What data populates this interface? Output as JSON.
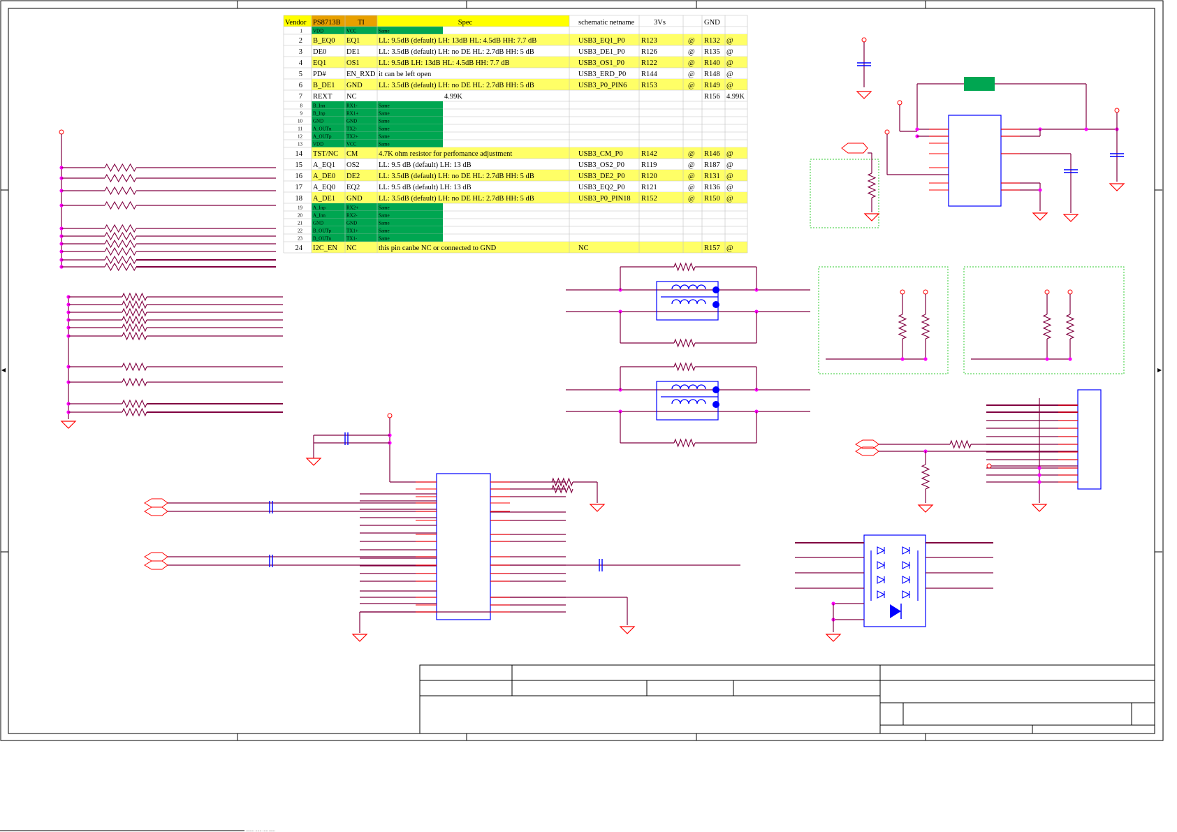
{
  "colors": {
    "wire": "#800040",
    "pin": "#ff0000",
    "chip": "#0000ff",
    "junction": "#ff00ff",
    "highlight_yellow": "#ffff66",
    "header_yellow": "#ffff00",
    "header_orange": "#e8a000",
    "highlight_green": "#00a651",
    "grid": "#c0c0c0",
    "dashed_box": "#33cc33"
  },
  "icons": [
    "resistor-icon",
    "capacitor-icon",
    "ground-icon",
    "power-pin-icon",
    "diode-icon",
    "transformer-icon",
    "connector-icon",
    "differential-port-icon"
  ],
  "table": {
    "header": [
      "Vendor",
      "PS8713B",
      "TI",
      "Spec",
      "schematic netname",
      "3Vs",
      "",
      "GND",
      ""
    ],
    "rows": [
      {
        "n": "1",
        "a": "VDD",
        "b": "VCC",
        "spec": "Same",
        "net": "",
        "r1": "",
        "m1": "",
        "r2": "",
        "m2": "",
        "style": "green-small"
      },
      {
        "n": "2",
        "a": "B_EQ0",
        "b": "EQ1",
        "spec": "LL: 9.5dB (default) LH: 13dB   HL: 4.5dB  HH: 7.7 dB",
        "net": "USB3_EQ1_P0",
        "r1": "R123",
        "m1": "@",
        "r2": "R132",
        "m2": "@",
        "style": "yellow"
      },
      {
        "n": "3",
        "a": "DE0",
        "b": "DE1",
        "spec": "LL: 3.5dB (default) LH: no DE   HL: 2.7dB  HH: 5 dB",
        "net": "USB3_DE1_P0",
        "r1": "R126",
        "m1": "@",
        "r2": "R135",
        "m2": "@",
        "style": "white"
      },
      {
        "n": "4",
        "a": "EQ1",
        "b": "OS1",
        "spec": "LL: 9.5dB              LH: 13dB   HL: 4.5dB  HH: 7.7 dB",
        "net": "USB3_OS1_P0",
        "r1": "R122",
        "m1": "@",
        "r2": "R140",
        "m2": "@",
        "style": "yellow"
      },
      {
        "n": "5",
        "a": "PD#",
        "b": "EN_RXD",
        "spec": "it can be left open",
        "net": "USB3_ERD_P0",
        "r1": "R144",
        "m1": "@",
        "r2": "R148",
        "m2": "@",
        "style": "white"
      },
      {
        "n": "6",
        "a": "B_DE1",
        "b": "GND",
        "spec": "LL: 3.5dB (default) LH: no DE   HL: 2.7dB  HH: 5 dB",
        "net": "USB3_P0_PIN6",
        "r1": "R153",
        "m1": "@",
        "r2": "R149",
        "m2": "@",
        "style": "yellow"
      },
      {
        "n": "7",
        "a": "REXT",
        "b": "NC",
        "spec": "4.99K",
        "net": "",
        "r1": "",
        "m1": "",
        "r2": "R156",
        "m2": "4.99K",
        "style": "white"
      },
      {
        "n": "8",
        "a": "B_Inn",
        "b": "RX1-",
        "spec": "Same",
        "style": "green-small"
      },
      {
        "n": "9",
        "a": "B_Inp",
        "b": "RX1+",
        "spec": "Same",
        "style": "green-small"
      },
      {
        "n": "10",
        "a": "GND",
        "b": "GND",
        "spec": "Same",
        "style": "green-small"
      },
      {
        "n": "11",
        "a": "A_OUTn",
        "b": "TX2-",
        "spec": "Same",
        "style": "green-small"
      },
      {
        "n": "12",
        "a": "A_OUTp",
        "b": "TX2+",
        "spec": "Same",
        "style": "green-small"
      },
      {
        "n": "13",
        "a": "VDD",
        "b": "VCC",
        "spec": "Same",
        "style": "green-small"
      },
      {
        "n": "14",
        "a": "TST/NC",
        "b": "CM",
        "spec": "4.7K ohm resistor for perfomance adjustment",
        "net": "USB3_CM_P0",
        "r1": "R142",
        "m1": "@",
        "r2": "R146",
        "m2": "@",
        "style": "yellow"
      },
      {
        "n": "15",
        "a": "A_EQ1",
        "b": "OS2",
        "spec": "LL: 9.5 dB (default) LH: 13 dB",
        "net": "USB3_OS2_P0",
        "r1": "R119",
        "m1": "@",
        "r2": "R187",
        "m2": "@",
        "style": "white"
      },
      {
        "n": "16",
        "a": "A_DE0",
        "b": "DE2",
        "spec": "LL: 3.5dB (default) LH: no DE   HL: 2.7dB  HH: 5 dB",
        "net": "USB3_DE2_P0",
        "r1": "R120",
        "m1": "@",
        "r2": "R131",
        "m2": "@",
        "style": "yellow"
      },
      {
        "n": "17",
        "a": "A_EQ0",
        "b": "EQ2",
        "spec": "LL: 9.5 dB (default) LH: 13 dB",
        "net": "USB3_EQ2_P0",
        "r1": "R121",
        "m1": "@",
        "r2": "R136",
        "m2": "@",
        "style": "white"
      },
      {
        "n": "18",
        "a": "A_DE1",
        "b": "GND",
        "spec": "LL: 3.5dB (default) LH: no DE   HL: 2.7dB  HH: 5 dB",
        "net": "USB3_P0_PIN18",
        "r1": "R152",
        "m1": "@",
        "r2": "R150",
        "m2": "@",
        "style": "yellow"
      },
      {
        "n": "19",
        "a": "A_Inp",
        "b": "RX2+",
        "spec": "Same",
        "style": "green-small"
      },
      {
        "n": "20",
        "a": "A_Inn",
        "b": "RX2-",
        "spec": "Same",
        "style": "green-small"
      },
      {
        "n": "21",
        "a": "GND",
        "b": "GND",
        "spec": "Same",
        "style": "green-small"
      },
      {
        "n": "22",
        "a": "B_OUTp",
        "b": "TX1+",
        "spec": "Same",
        "style": "green-small"
      },
      {
        "n": "23",
        "a": "B_OUTn",
        "b": "TX1-",
        "spec": "Same",
        "style": "green-small"
      },
      {
        "n": "24",
        "a": "I2C_EN",
        "b": "NC",
        "spec": "this pin canbe NC or connected to GND",
        "net": "NC",
        "r1": "",
        "m1": "",
        "r2": "R157",
        "m2": "@",
        "style": "yellow"
      }
    ]
  },
  "footer_text": "........  ......  .....  ......"
}
